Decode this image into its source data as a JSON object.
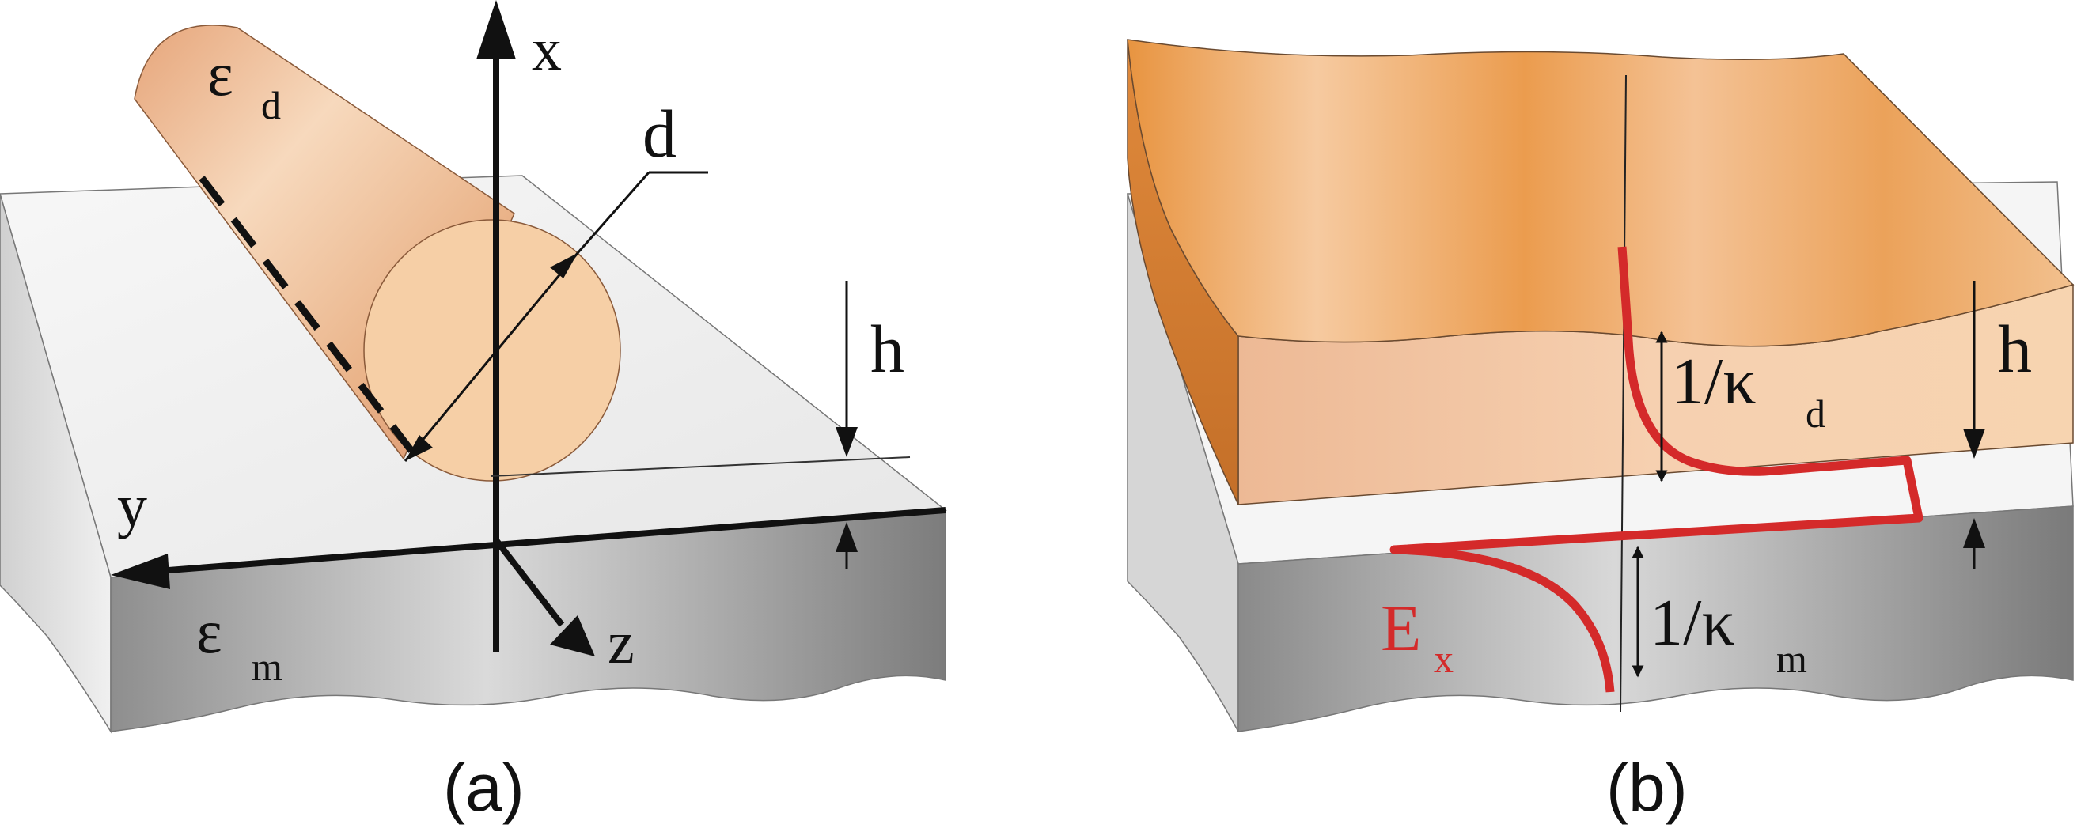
{
  "panel_a": {
    "caption": "(a)",
    "labels": {
      "eps_d_main": "ε",
      "eps_d_sub": "d",
      "eps_m_main": "ε",
      "eps_m_sub": "m",
      "axis_x": "x",
      "axis_y": "y",
      "axis_z": "z",
      "diameter": "d",
      "gap": "h"
    }
  },
  "panel_b": {
    "caption": "(b)",
    "labels": {
      "gap": "h",
      "kappa_d_main": "1/κ",
      "kappa_d_sub": "d",
      "kappa_m_main": "1/κ",
      "kappa_m_sub": "m",
      "field_main": "E",
      "field_sub": "x"
    }
  },
  "colors": {
    "field_curve": "#d42a2a",
    "copper": "#e89a50",
    "copper_light": "#f3c9a0",
    "metal_top": "#f4f4f4",
    "metal_front": "#a8a8a8"
  }
}
